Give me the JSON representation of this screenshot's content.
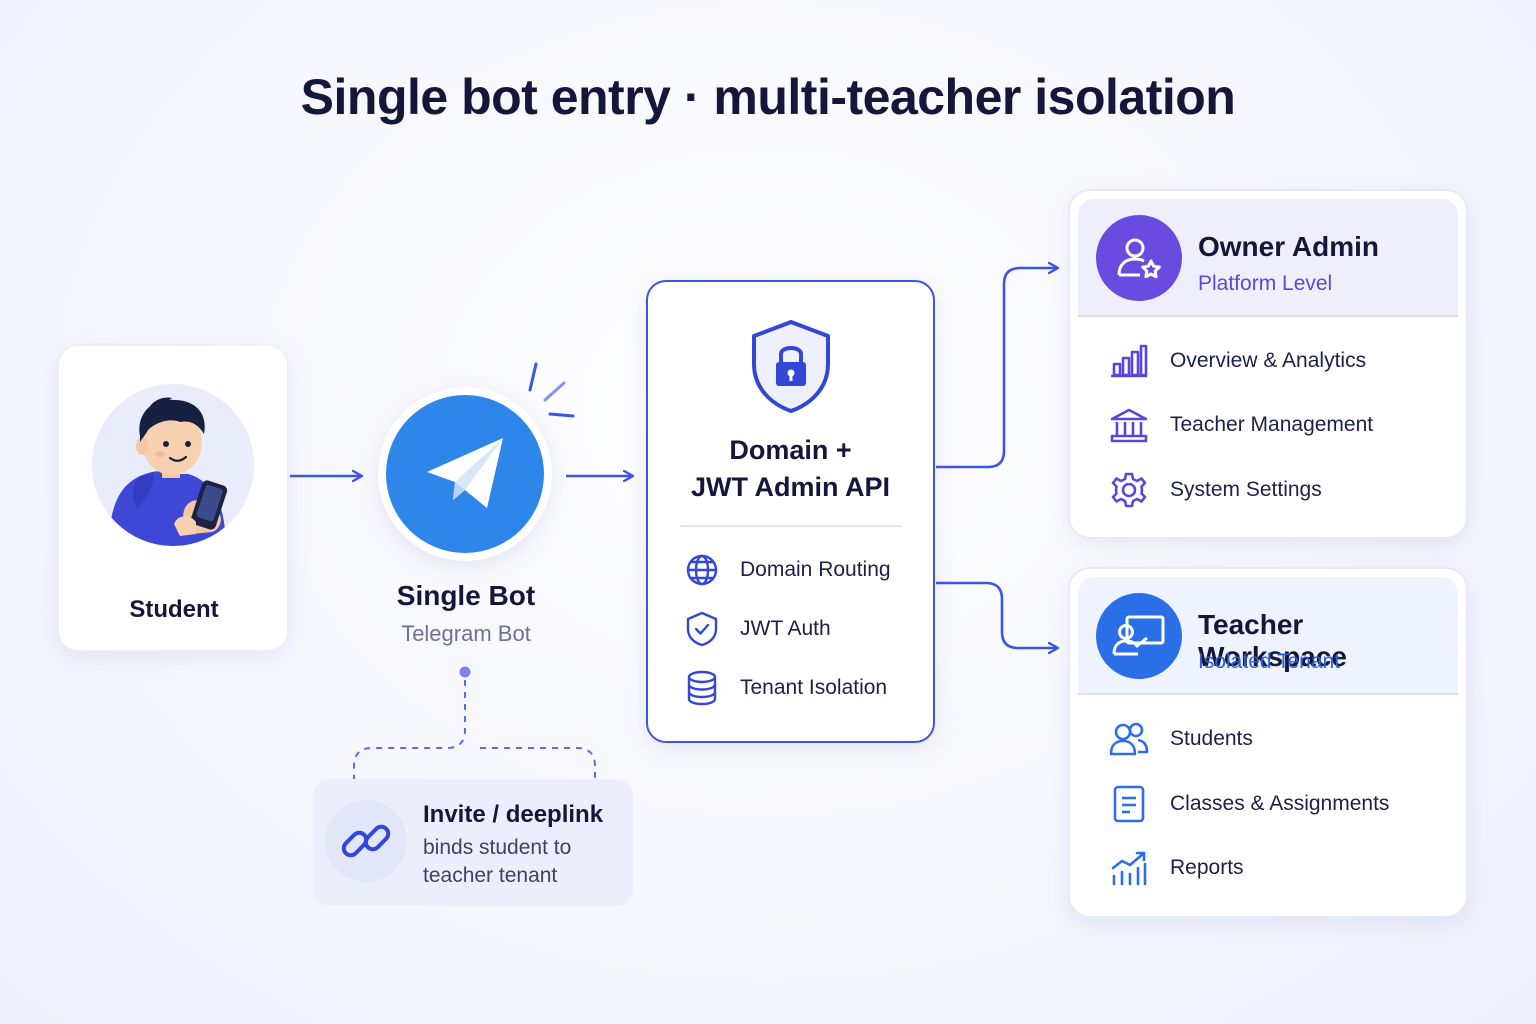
{
  "title": "Single bot entry · multi-teacher isolation",
  "colors": {
    "accent": "#3d55e6",
    "telegram": "#2f86ea",
    "owner": "#6a4be0",
    "teacher": "#2b6fe8"
  },
  "student": {
    "label": "Student",
    "icon": "student-with-phone-icon"
  },
  "bot": {
    "title": "Single Bot",
    "subtitle": "Telegram Bot",
    "icon": "telegram-icon"
  },
  "invite": {
    "title": "Invite / deeplink",
    "description": "binds student to teacher tenant",
    "icon": "link-icon"
  },
  "api": {
    "title_line1": "Domain +",
    "title_line2": "JWT Admin API",
    "icon": "shield-lock-icon",
    "items": [
      {
        "label": "Domain Routing",
        "icon": "globe-icon"
      },
      {
        "label": "JWT Auth",
        "icon": "shield-check-icon"
      },
      {
        "label": "Tenant Isolation",
        "icon": "database-icon"
      }
    ]
  },
  "owner": {
    "title": "Owner Admin",
    "subtitle": "Platform Level",
    "icon": "user-star-icon",
    "items": [
      {
        "label": "Overview & Analytics",
        "icon": "bar-chart-icon"
      },
      {
        "label": "Teacher Management",
        "icon": "institution-icon"
      },
      {
        "label": "System Settings",
        "icon": "gear-icon"
      }
    ]
  },
  "teacher": {
    "title": "Teacher Workspace",
    "subtitle": "Isolated Tenant",
    "icon": "teacher-board-icon",
    "items": [
      {
        "label": "Students",
        "icon": "users-icon"
      },
      {
        "label": "Classes & Assignments",
        "icon": "document-icon"
      },
      {
        "label": "Reports",
        "icon": "trend-chart-icon"
      }
    ]
  }
}
